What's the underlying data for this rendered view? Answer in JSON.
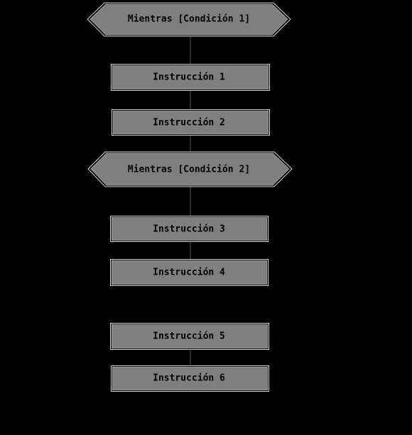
{
  "loop_1": {
    "label": "Mientras [Condición 1]"
  },
  "instructions_a": [
    {
      "label": "Instrucción 1"
    },
    {
      "label": "Instrucción 2"
    }
  ],
  "loop_2": {
    "label": "Mientras [Condición 2]"
  },
  "instructions_b": [
    {
      "label": "Instrucción 3"
    },
    {
      "label": "Instrucción 4"
    }
  ],
  "instructions_c": [
    {
      "label": "Instrucción 5"
    },
    {
      "label": "Instrucción 6"
    }
  ],
  "colors": {
    "background": "#000000",
    "node_fill": "#7f7f7f",
    "node_border": "#c0c0c0",
    "connector": "#555555",
    "text": "#000000"
  }
}
